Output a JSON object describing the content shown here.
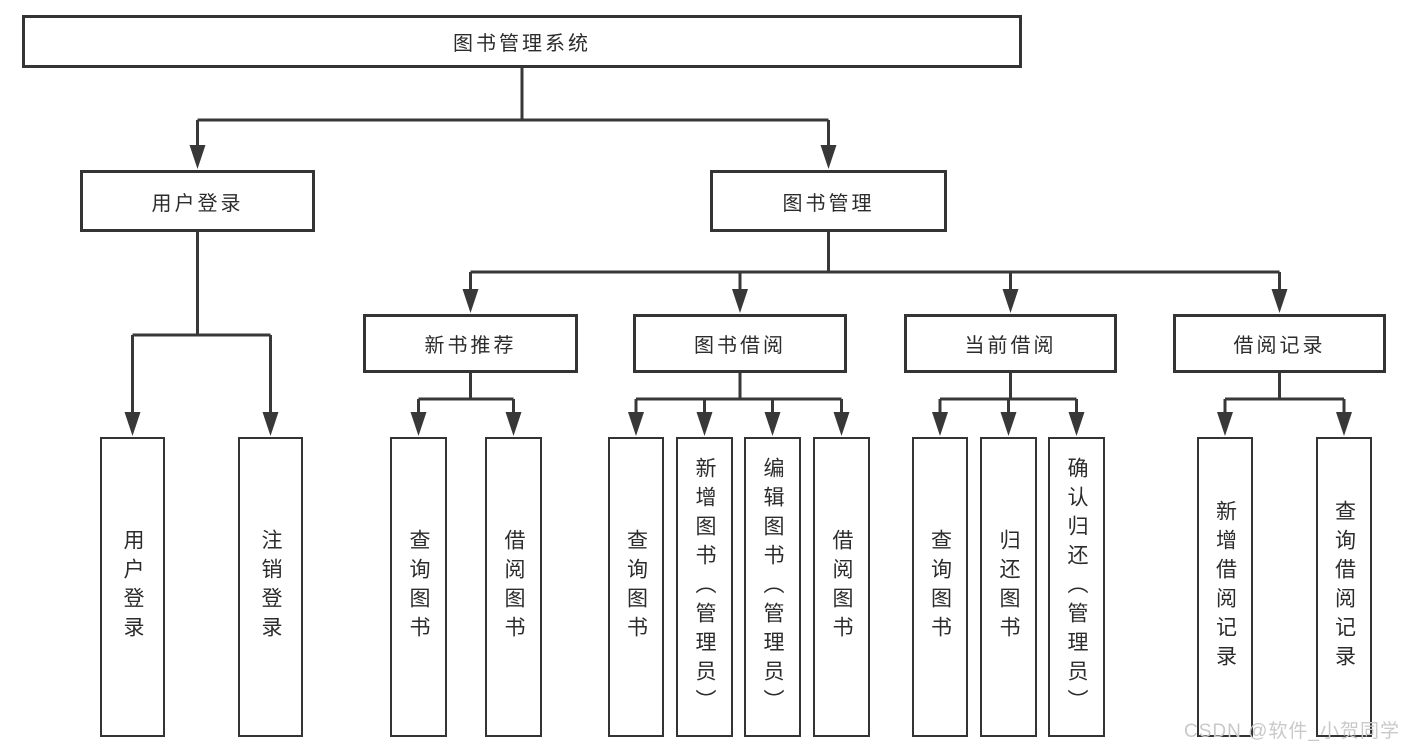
{
  "tree": {
    "label": "图书管理系统",
    "children": [
      {
        "label": "用户登录",
        "children": [
          {
            "label": "用户登录"
          },
          {
            "label": "注销登录"
          }
        ]
      },
      {
        "label": "图书管理",
        "children": [
          {
            "label": "新书推荐",
            "children": [
              {
                "label": "查询图书"
              },
              {
                "label": "借阅图书"
              }
            ]
          },
          {
            "label": "图书借阅",
            "children": [
              {
                "label": "查询图书"
              },
              {
                "label": "新增图书（管理员）"
              },
              {
                "label": "编辑图书（管理员）"
              },
              {
                "label": "借阅图书"
              }
            ]
          },
          {
            "label": "当前借阅",
            "children": [
              {
                "label": "查询图书"
              },
              {
                "label": "归还图书"
              },
              {
                "label": "确认归还（管理员）"
              }
            ]
          },
          {
            "label": "借阅记录",
            "children": [
              {
                "label": "新增借阅记录"
              },
              {
                "label": "查询借阅记录"
              }
            ]
          }
        ]
      }
    ]
  },
  "watermark": "CSDN @软件_小贺同学",
  "colors": {
    "line": "#383838",
    "box_border": "#343434",
    "text": "#2c2c2c",
    "watermark": "#c9c9c9",
    "background": "#ffffff"
  }
}
